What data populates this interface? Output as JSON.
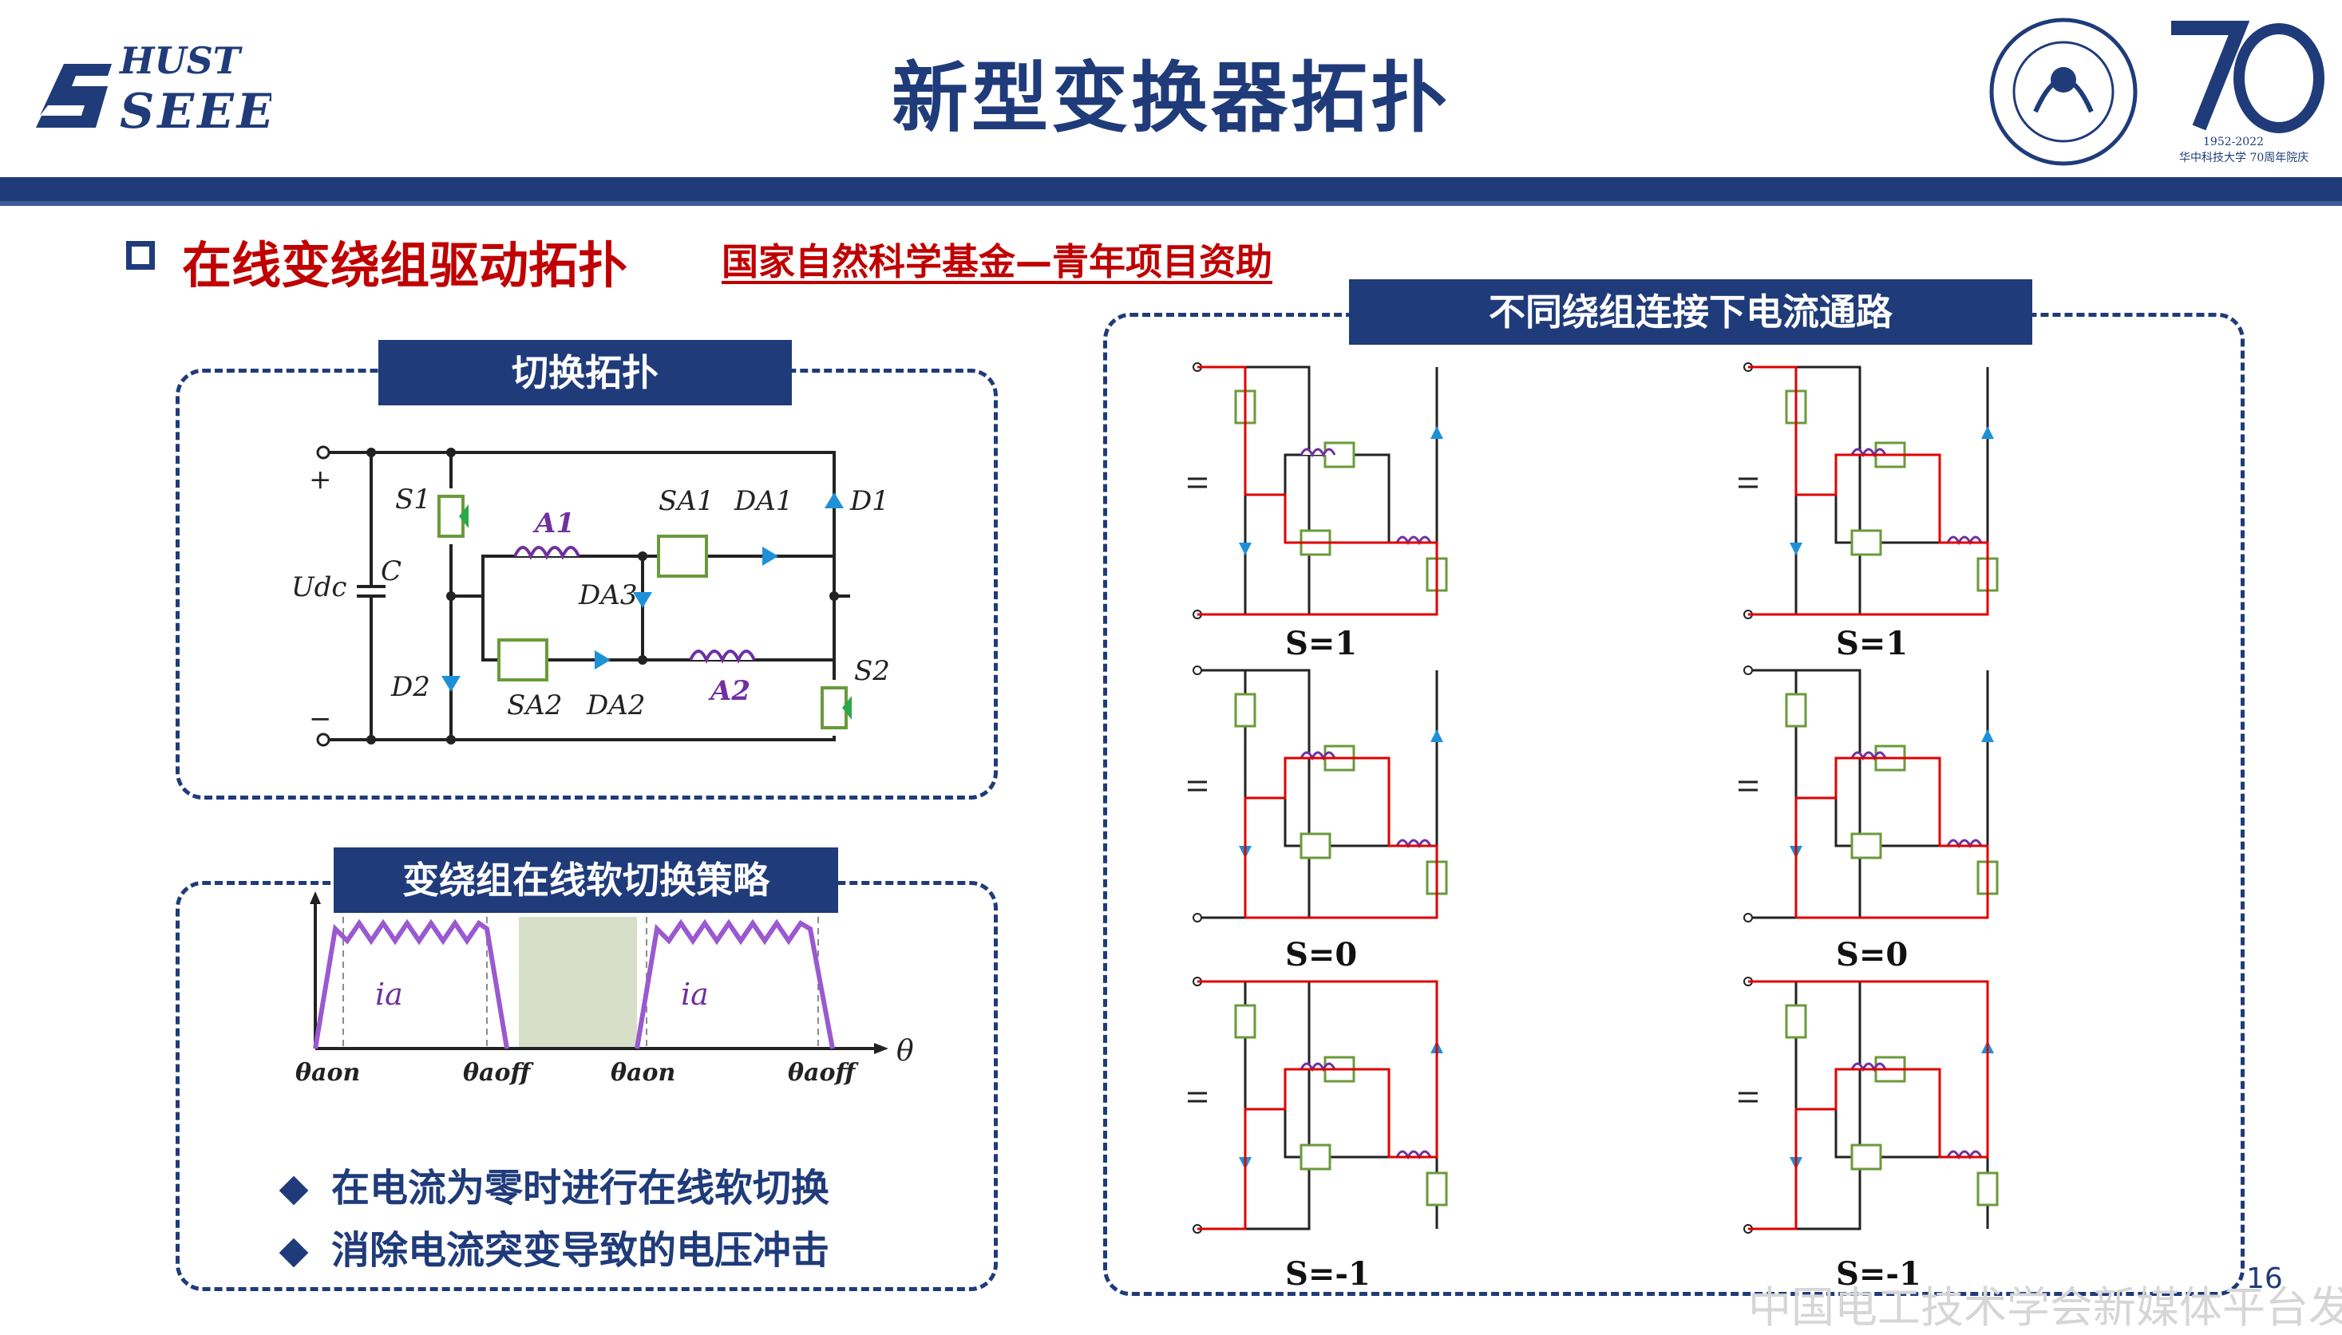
{
  "logo_text_top": "HUST",
  "logo_text_bottom": "SEEE",
  "title": "新型变换器拓扑",
  "emblem_year_range": "1952-2022",
  "emblem_caption": "华中科技大学 70周年院庆",
  "section_title": "在线变绕组驱动拓扑",
  "funding_text": "国家自然科学基金—青年项目资助",
  "panels": {
    "topology_label": "切换拓扑",
    "strategy_label": "变绕组在线软切换策略",
    "paths_label": "不同绕组连接下电流通路"
  },
  "circuit": {
    "s1": "S1",
    "sa1": "SA1",
    "da1": "DA1",
    "d1": "D1",
    "a1": "A1",
    "da3": "DA3",
    "sa2": "SA2",
    "da2": "DA2",
    "a2": "A2",
    "s2": "S2",
    "d2": "D2",
    "udc": "Udc",
    "c": "C",
    "plus": "+",
    "minus": "−"
  },
  "waveform": {
    "current_label": "ia",
    "axis_label": "θ",
    "ticks": [
      "θaon",
      "θaoff",
      "θaon",
      "θaoff"
    ]
  },
  "strategy_bullets": [
    "在电流为零时进行在线软切换",
    "消除电流突变导致的电压冲击"
  ],
  "path_states": [
    "S=1",
    "S=1",
    "S=0",
    "S=0",
    "S=-1",
    "S=-1"
  ],
  "colors": {
    "primary": "#1f3b7a",
    "accent": "#c00000",
    "path": "#e00000",
    "winding": "#7030a0",
    "switch": "#6a9a3a",
    "diode": "#1e90d8"
  },
  "page_number": "16",
  "watermark": "中国电工技术学会新媒体平台发布"
}
